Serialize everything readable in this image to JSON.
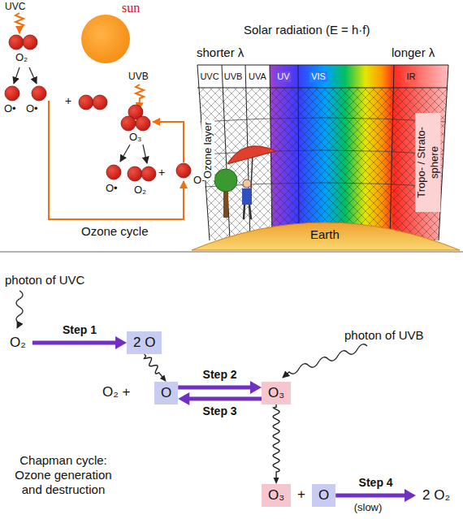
{
  "diagram": {
    "nodes": [
      {
        "text": [
          "O₂"
        ]
      },
      {
        "text": [
          "2 O"
        ]
      },
      {
        "text": [
          "O"
        ]
      },
      {
        "text": [
          "O₃"
        ]
      },
      {
        "text": [
          "O₃"
        ]
      },
      {
        "text": [
          "O"
        ]
      },
      {
        "text": [
          "2 O₂"
        ]
      }
    ],
    "edges": [
      {
        "from": 0,
        "to": 1,
        "arrow": "to",
        "label": "Step 1"
      },
      {
        "from": 1,
        "to": 2,
        "arrow": "to"
      },
      {
        "from": 2,
        "to": 3,
        "arrow": "to",
        "label": "Step 2"
      },
      {
        "from": 3,
        "to": 2,
        "arrow": "to",
        "label": "Step 3"
      },
      {
        "from": 3,
        "to": 4,
        "arrow": "to"
      },
      {
        "from": 5,
        "to": 6,
        "arrow": "to",
        "label": "Step 4"
      }
    ],
    "labels": [
      "UVC",
      "sun",
      "O₂",
      "O•",
      "O•",
      "+",
      "UVB",
      "O₃",
      "O•",
      "O₂",
      "+",
      "O•",
      "Ozone cycle",
      "Solar radiation (E = h·f)",
      "shorter λ",
      "longer λ",
      "UVC",
      "UVB",
      "UVA",
      "UV",
      "VIS",
      "IR",
      "Ozone layer",
      "Tropo- / Strato- sphere",
      "Earth",
      "photon of UVC",
      "O₂ +",
      "photon of UVB",
      "Chapman cycle: Ozone generation and destruction",
      "+",
      "(slow)"
    ]
  }
}
